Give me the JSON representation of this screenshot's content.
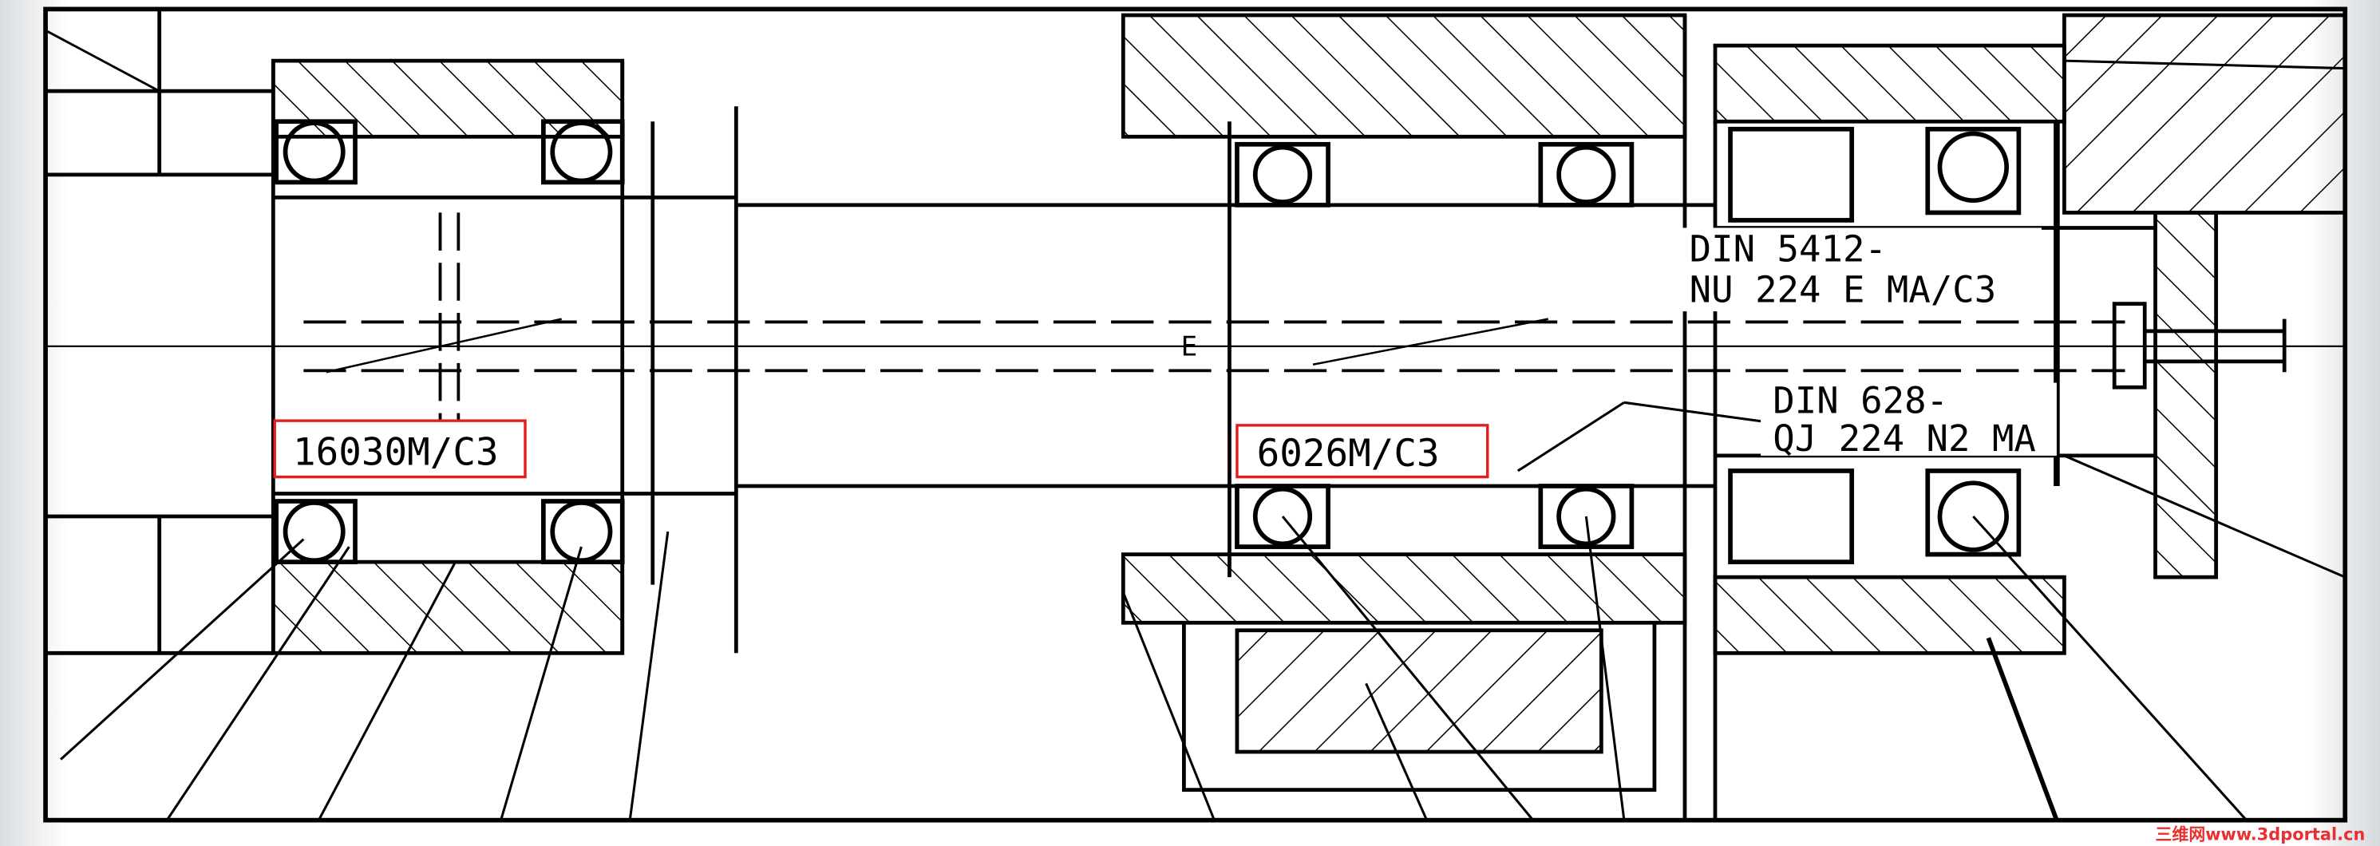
{
  "drawing": {
    "labels": {
      "left_bearing": "16030M/C3",
      "middle_bearing": "6026M/C3",
      "cylindrical_bearing_line1": "DIN 5412-",
      "cylindrical_bearing_line2": "NU 224 E MA/C3",
      "angular_bearing_line1": "DIN 628-",
      "angular_bearing_line2": "QJ 224 N2 MA",
      "section_mark": "E"
    },
    "highlight_color": "#e02020",
    "watermark": "三维网www.3dportal.cn"
  }
}
